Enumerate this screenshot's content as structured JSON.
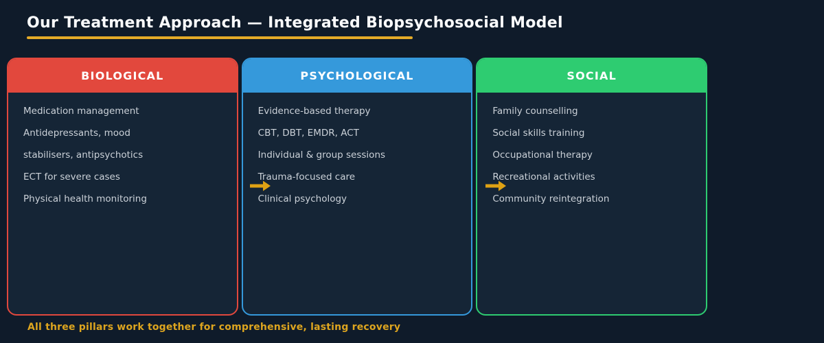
{
  "page": {
    "title": "Our Treatment Approach — Integrated Biopsychosocial Model",
    "footer": "All three pillars work together for comprehensive, lasting recovery"
  },
  "colors": {
    "background": "#0f1b2a",
    "card_background": "#152536",
    "title_text": "#fafbfc",
    "underline_gold": "#e4ab28",
    "footer_gold": "#dda51f",
    "arrow_gold": "#dfa214",
    "list_text": "#cbd1d8",
    "biological_red": "#e2483d",
    "psychological_blue": "#3599db",
    "social_green": "#2ecc71"
  },
  "pillars": [
    {
      "label": "BIOLOGICAL",
      "color": "#e2483d",
      "lines": [
        "Medication management",
        "Antidepressants, mood",
        "stabilisers, antipsychotics",
        "ECT for severe cases",
        "Physical health monitoring"
      ]
    },
    {
      "label": "PSYCHOLOGICAL",
      "color": "#3599db",
      "lines": [
        "Evidence-based therapy",
        "CBT, DBT, EMDR, ACT",
        "Individual & group sessions",
        "Trauma-focused care",
        "Clinical psychology"
      ]
    },
    {
      "label": "SOCIAL",
      "color": "#2ecc71",
      "lines": [
        "Family counselling",
        "Social skills training",
        "Occupational therapy",
        "Recreational activities",
        "Community reintegration"
      ]
    }
  ],
  "arrows": [
    {
      "name": "flow-arrow-biological-to-psychological",
      "color": "#dfa214"
    },
    {
      "name": "flow-arrow-psychological-to-social",
      "color": "#dfa214"
    }
  ]
}
